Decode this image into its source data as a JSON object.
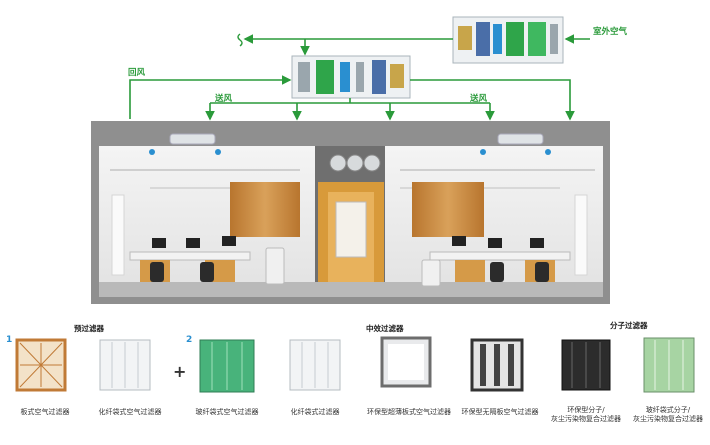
{
  "flow_labels": {
    "outdoor_air": "室外空气",
    "return_air": "回风",
    "supply_air_left": "送风",
    "supply_air_right": "送风"
  },
  "sections": {
    "pre_filter": "预过滤器",
    "medium_filter": "中效过滤器",
    "molecular_filter": "分子过滤器"
  },
  "stage_numbers": [
    "1",
    "2"
  ],
  "plus_sign": "+",
  "filters": [
    {
      "label": "板式空气过滤器"
    },
    {
      "label": "化纤袋式空气过滤器"
    },
    {
      "label": "玻纤袋式空气过滤器"
    },
    {
      "label": "化纤袋式过滤器"
    },
    {
      "label": "环保型超薄板式空气过滤器"
    },
    {
      "label": "环保型无隔板空气过滤器"
    },
    {
      "label": "环保型分子/\n灰尘污染物复合过滤器"
    },
    {
      "label": "玻纤袋式分子/\n灰尘污染物复合过滤器"
    }
  ],
  "colors": {
    "duct_green": "#2a9a3a",
    "wood": "#c98a3e",
    "accent_blue": "#2a8fd0",
    "filter_green": "#3aa86a"
  }
}
